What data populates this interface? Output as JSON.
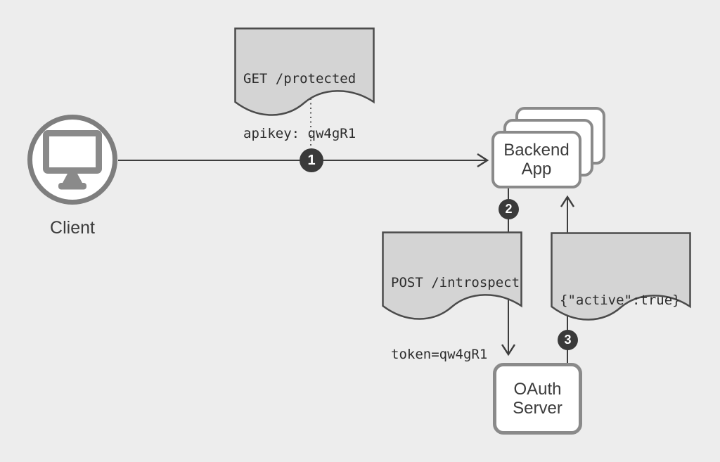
{
  "diagram": {
    "nodes": {
      "client": {
        "label": "Client"
      },
      "backend": {
        "label": "Backend App"
      },
      "oauth": {
        "label": "OAuth Server"
      }
    },
    "notes": {
      "request": {
        "line1": "GET /protected",
        "line2": "apikey: qw4gR1"
      },
      "introspect": {
        "line1": "POST /introspect",
        "line2": "token=qw4gR1"
      },
      "response": {
        "line1": "{\"active\":true}"
      }
    },
    "badges": {
      "step1": "1",
      "step2": "2",
      "step3": "3"
    },
    "colors": {
      "background": "#ededed",
      "note_fill": "#d4d4d4",
      "note_border": "#4b4b4b",
      "node_border": "#8a8a8a",
      "line": "#3d3d3d",
      "badge_bg": "#3a3a3a",
      "text": "#3c3c3c"
    }
  }
}
